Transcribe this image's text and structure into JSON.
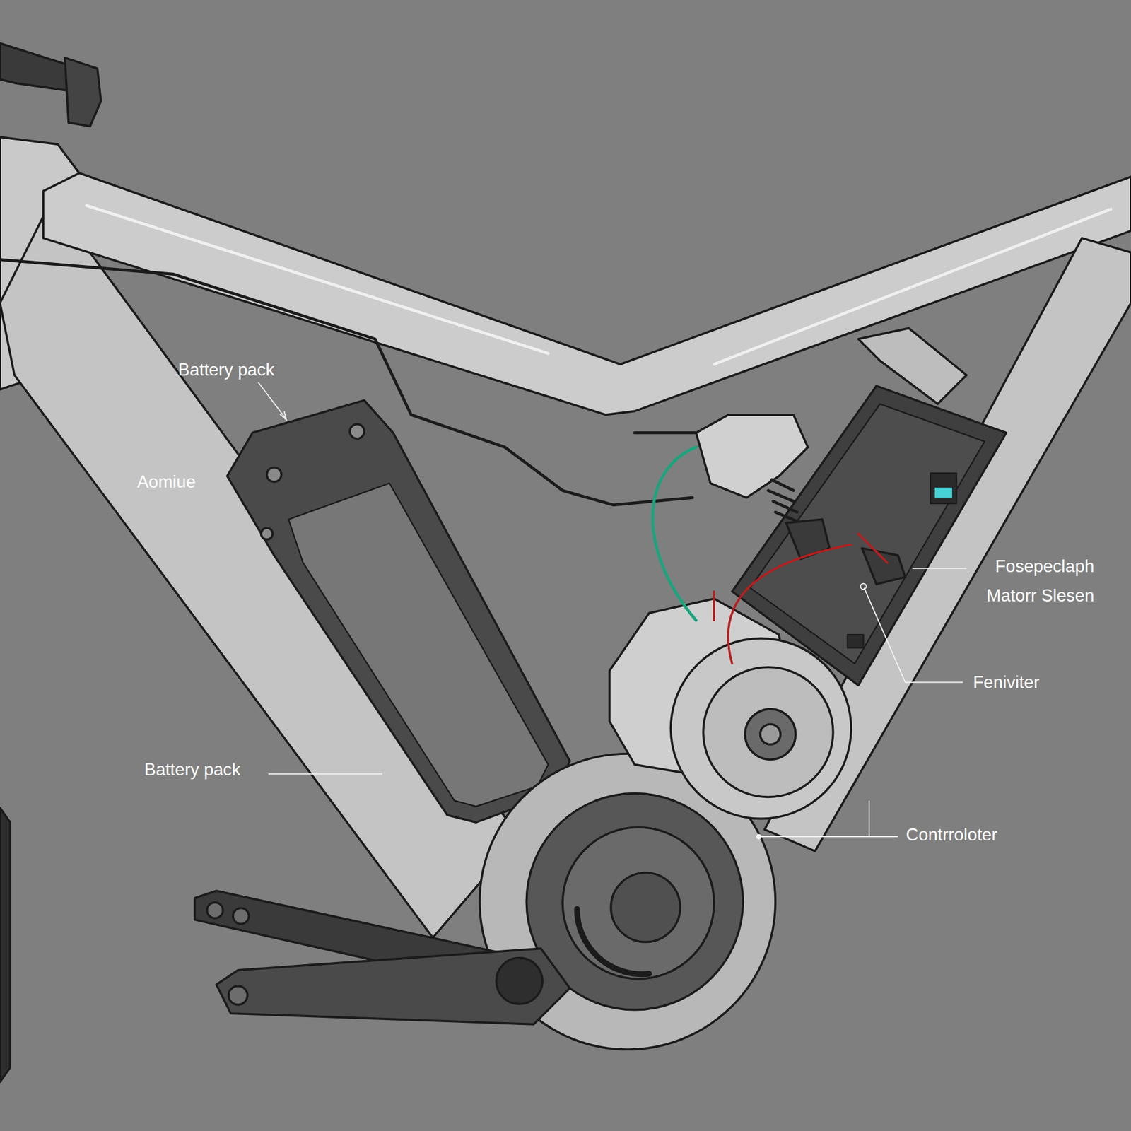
{
  "diagram": {
    "labels": [
      "Battery pack",
      "Aomiue",
      "Fosepeclaph Matorr Slesen",
      "Feniviter",
      "Battery pack",
      "Contrroloter"
    ]
  }
}
